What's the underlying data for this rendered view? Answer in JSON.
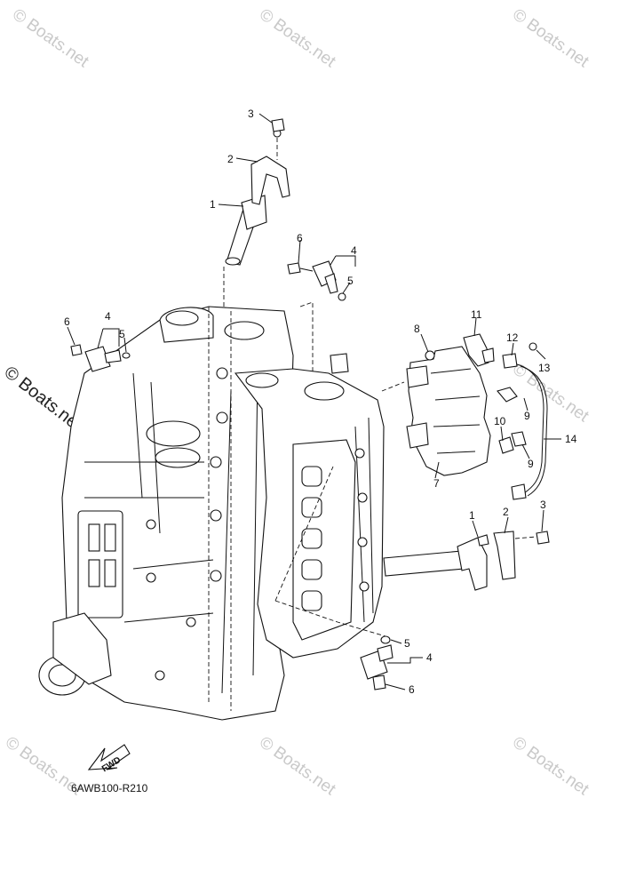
{
  "watermarks": {
    "corner_text": "© Boats.net",
    "side_text": "© Boats.net"
  },
  "callouts": [
    "1",
    "2",
    "3",
    "4",
    "5",
    "6",
    "7",
    "8",
    "9",
    "10",
    "11",
    "12",
    "13",
    "14"
  ],
  "labels": {
    "top_1": "1",
    "top_2": "2",
    "top_3": "3",
    "upper_6": "6",
    "upper_4": "4",
    "upper_5": "5",
    "left_4": "4",
    "left_5": "5",
    "left_6": "6",
    "bracket_8": "8",
    "bracket_11": "11",
    "bracket_12": "12",
    "bracket_13": "13",
    "bracket_9a": "9",
    "bracket_10": "10",
    "bracket_9b": "9",
    "bracket_7": "7",
    "bracket_14": "14",
    "right_1": "1",
    "right_2": "2",
    "right_3": "3",
    "lower_5": "5",
    "lower_4": "4",
    "lower_6": "6"
  },
  "fwd_label": "FWD",
  "diagram_code": "6AWB100-R210",
  "colors": {
    "line": "#111111",
    "watermark": "#c9c9c9",
    "background": "#ffffff"
  }
}
